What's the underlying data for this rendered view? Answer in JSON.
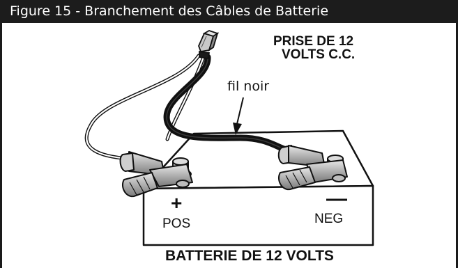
{
  "figure": {
    "title": "Figure 15 - Branchement des Câbles de Batterie"
  },
  "labels": {
    "socket_line1": "PRISE DE 12",
    "socket_line2": "VOLTS C.C.",
    "wire": "fil noir",
    "pos_symbol": "+",
    "pos": "POS",
    "neg_symbol": "—",
    "neg": "NEG",
    "battery": "BATTERIE DE 12 VOLTS"
  },
  "colors": {
    "title_bg": "#1c1c1c",
    "black_wire": "#111111",
    "clamp_gray": "#b5b5b5",
    "outline": "#111111"
  }
}
